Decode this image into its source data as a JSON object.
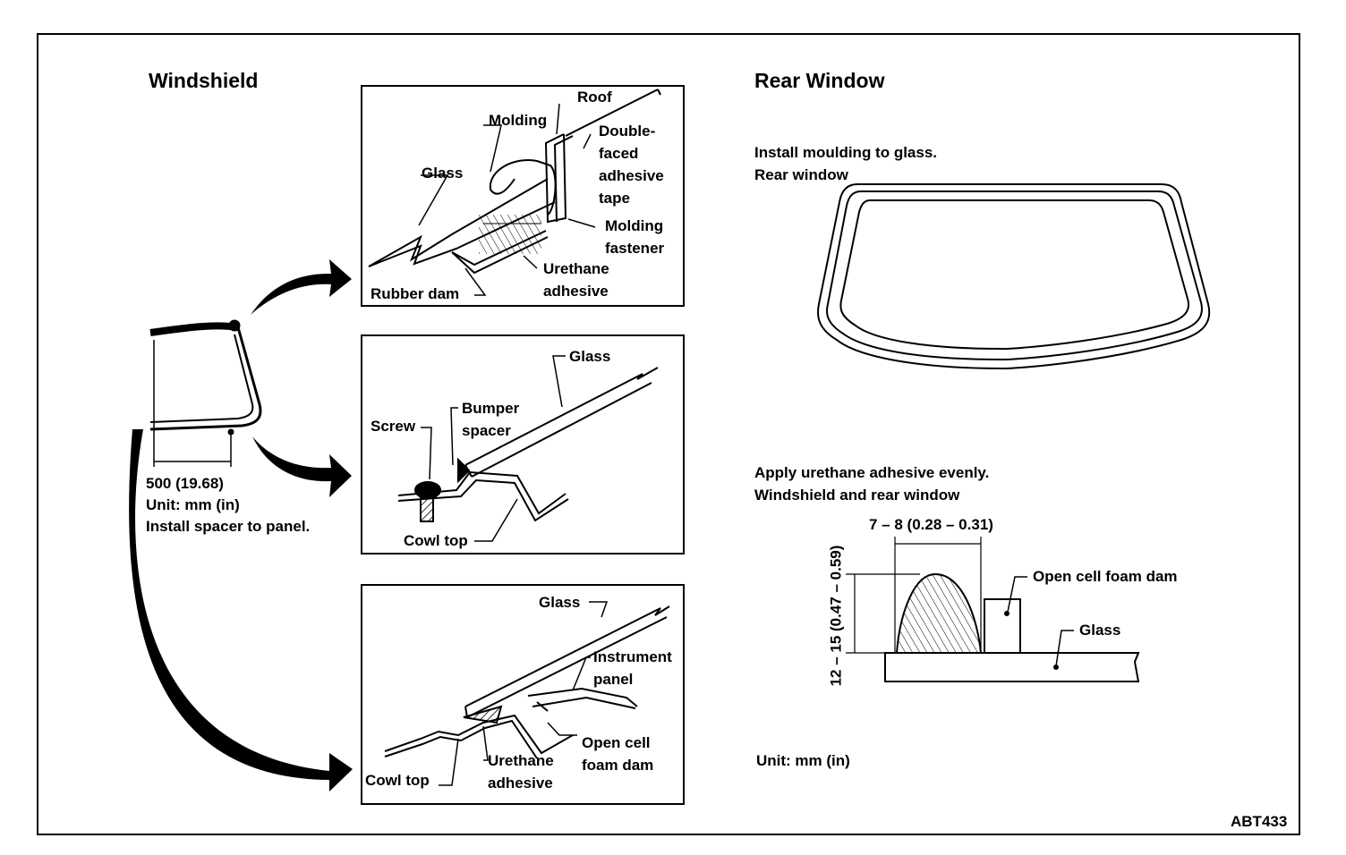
{
  "windshield": {
    "title": "Windshield",
    "dimension": "500 (19.68)",
    "unit": "Unit: mm (in)",
    "instruction": "Install spacer to panel."
  },
  "detail_top": {
    "roof": "Roof",
    "molding": "Molding",
    "tape": "Double-\nfaced\nadhesive\ntape",
    "glass": "Glass",
    "fastener": "Molding\nfastener",
    "urethane": "Urethane\nadhesive",
    "rubber_dam": "Rubber dam"
  },
  "detail_middle": {
    "glass": "Glass",
    "bumper_spacer": "Bumper\nspacer",
    "screw": "Screw",
    "cowl_top": "Cowl top"
  },
  "detail_bottom": {
    "glass": "Glass",
    "instrument_panel": "Instrument\npanel",
    "open_cell": "Open cell\nfoam dam",
    "urethane": "Urethane\nadhesive",
    "cowl_top": "Cowl top"
  },
  "rear": {
    "title": "Rear Window",
    "instruction1": "Install moulding to glass.",
    "instruction2": "Rear window"
  },
  "adhesive": {
    "instruction1": "Apply urethane adhesive evenly.",
    "instruction2": "Windshield and rear window",
    "width_dim": "7 – 8 (0.28 – 0.31)",
    "height_dim": "12 – 15 (0.47 – 0.59)",
    "foam_dam": "Open cell foam dam",
    "glass": "Glass"
  },
  "unit_bottom": "Unit: mm (in)",
  "figure_id": "ABT433"
}
